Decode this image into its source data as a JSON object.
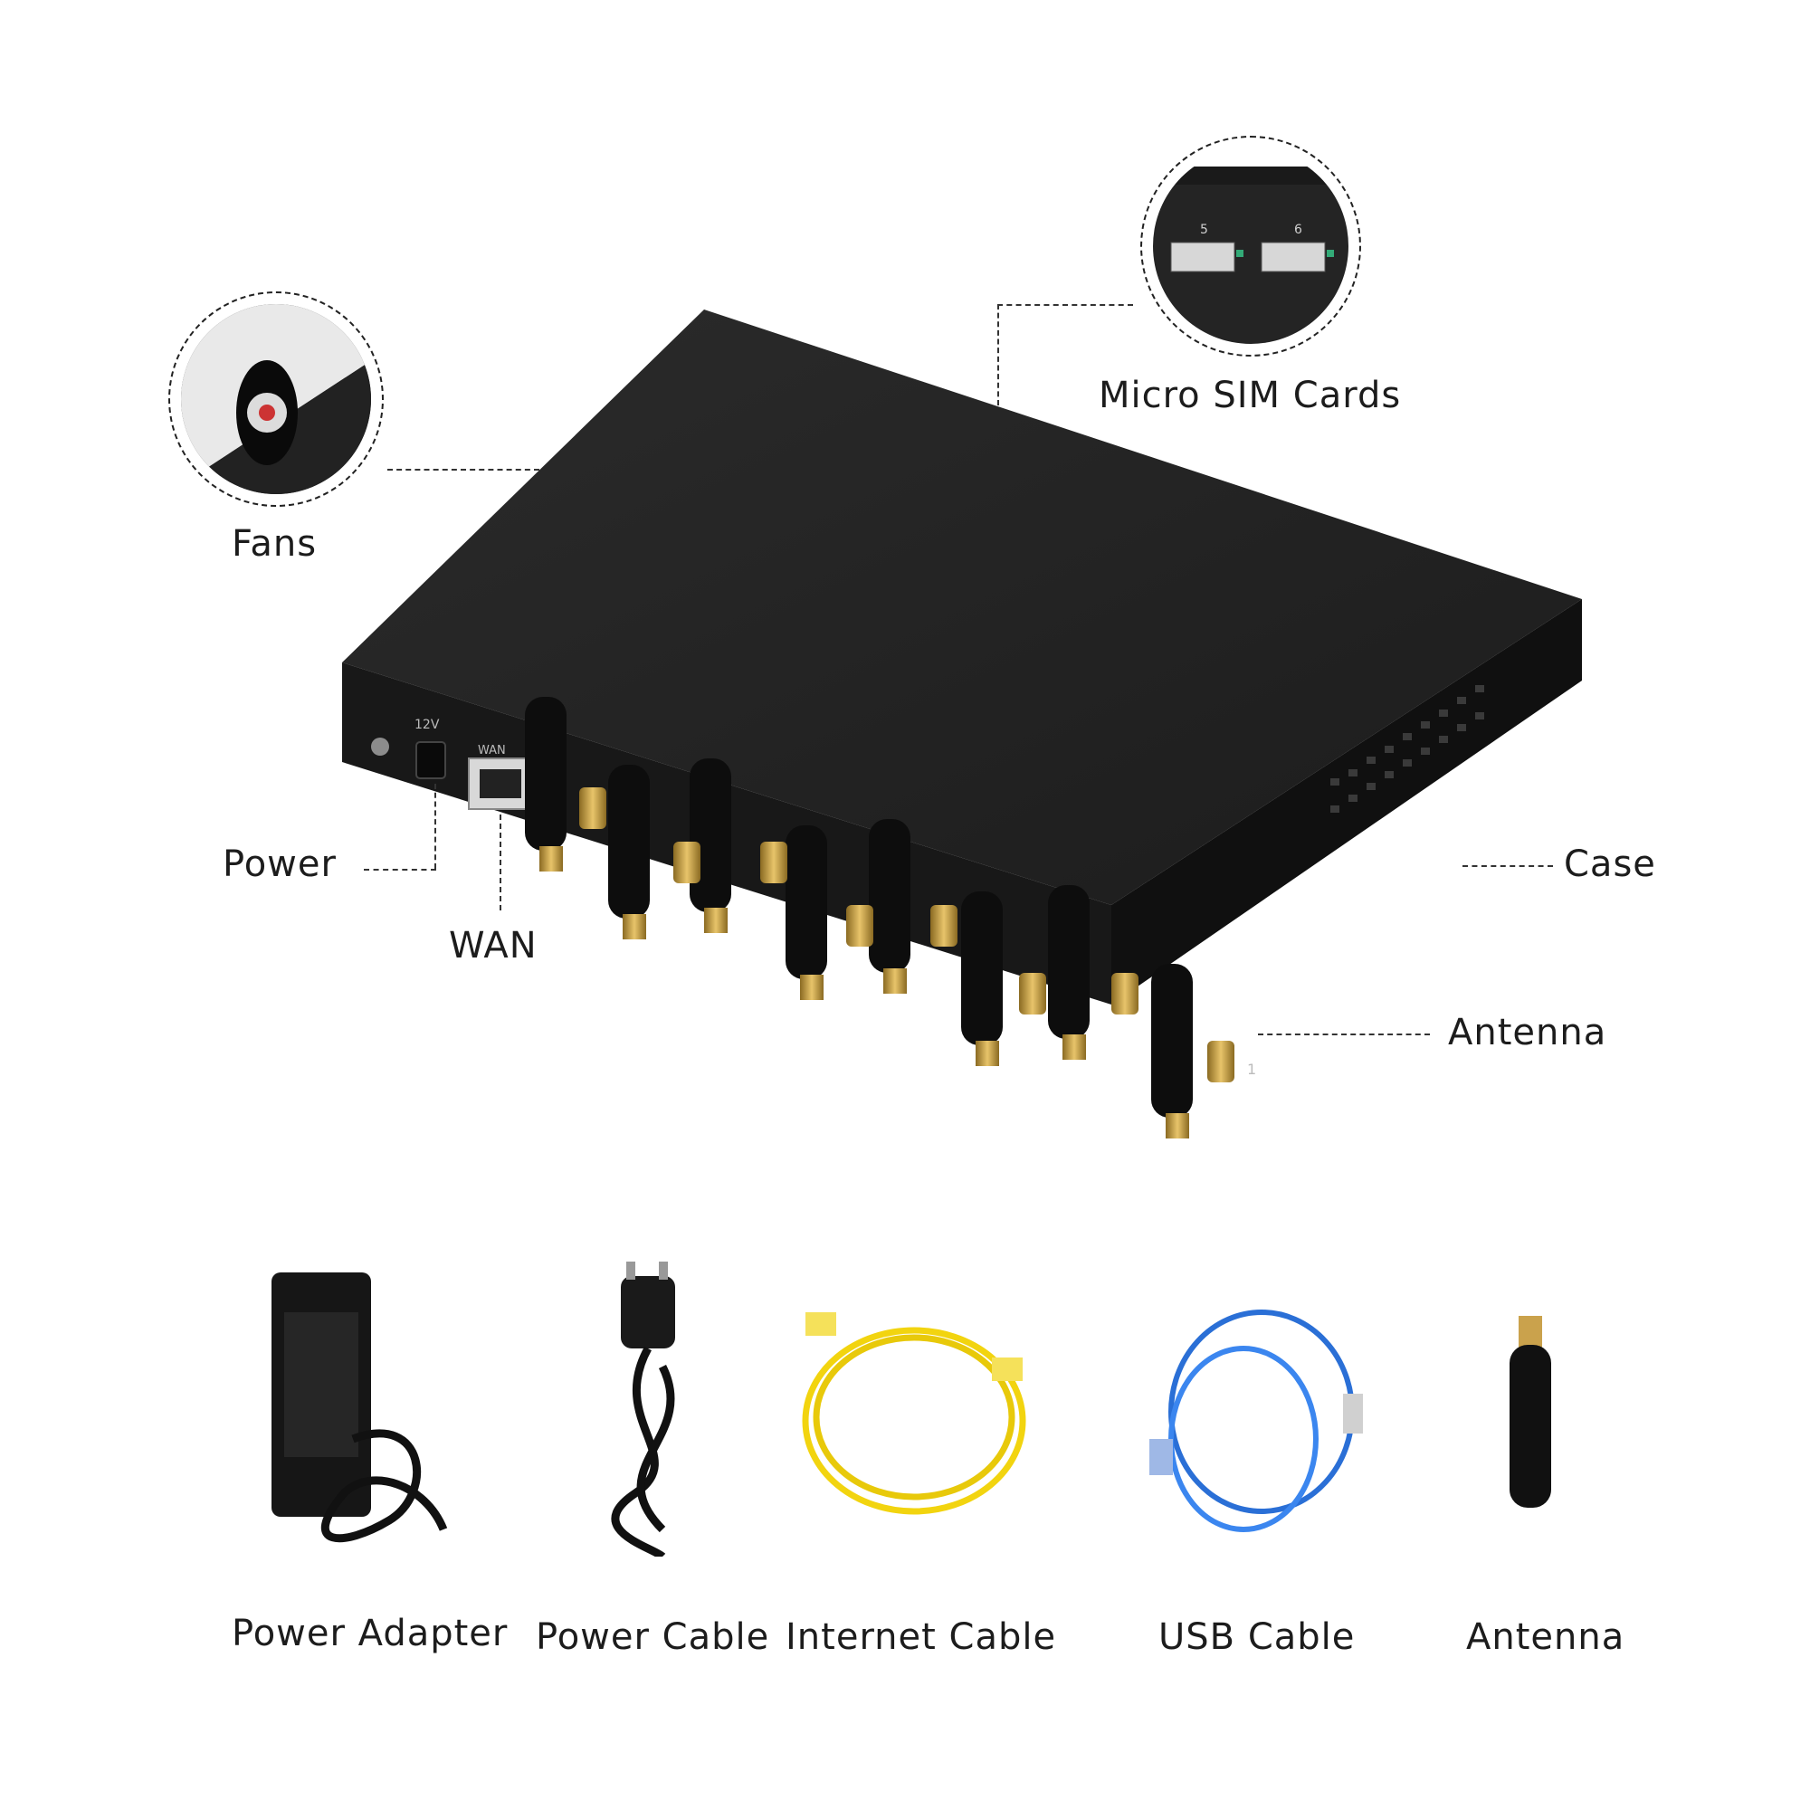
{
  "colors": {
    "case": "#1e1e1e",
    "case_top": "#262626",
    "case_side": "#141414",
    "gold": "#c9a24a",
    "antenna": "#111111",
    "cable_yellow": "#f2d40f",
    "cable_blue": "#2a6fd6"
  },
  "panel_text": {
    "voltage": "12V",
    "wan": "WAN",
    "sim_slot_left": "5",
    "sim_slot_right": "6",
    "port_one": "1"
  },
  "callouts": {
    "fans": "Fans",
    "micro_sim": "Micro SIM Cards",
    "power": "Power",
    "wan": "WAN",
    "case": "Case",
    "antenna": "Antenna"
  },
  "accessories": [
    {
      "label": "Power Adapter",
      "icon": "power-adapter-icon"
    },
    {
      "label": "Power Cable",
      "icon": "power-cable-icon"
    },
    {
      "label": "Internet Cable",
      "icon": "internet-cable-icon"
    },
    {
      "label": "USB Cable",
      "icon": "usb-cable-icon"
    },
    {
      "label": "Antenna",
      "icon": "antenna-icon"
    }
  ]
}
